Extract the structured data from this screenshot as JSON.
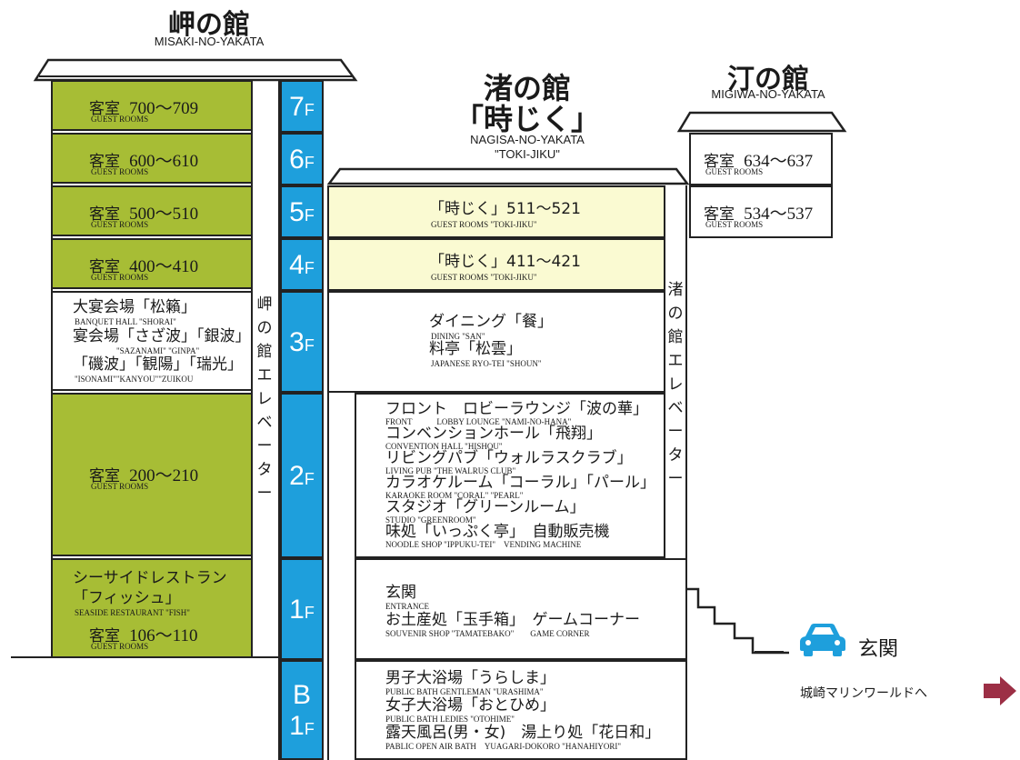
{
  "buildings": {
    "misaki": {
      "title": "岬の館",
      "subtitle": "MISAKI-NO-YAKATA"
    },
    "nagisa": {
      "title_line1": "渚の館",
      "title_line2": "「時じく」",
      "subtitle_line1": "NAGISA-NO-YAKATA",
      "subtitle_line2": "\"TOKI-JIKU\""
    },
    "migiwa": {
      "title": "汀の館",
      "subtitle": "MIGIWA-NO-YAKATA"
    }
  },
  "floors": [
    "7F",
    "6F",
    "5F",
    "4F",
    "3F",
    "2F",
    "1F",
    "B1F"
  ],
  "misaki_rooms": {
    "f7": {
      "jp": "客室",
      "num": "700〜709",
      "en": "GUEST ROOMS"
    },
    "f6": {
      "jp": "客室",
      "num": "600〜610",
      "en": "GUEST ROOMS"
    },
    "f5": {
      "jp": "客室",
      "num": "500〜510",
      "en": "GUEST ROOMS"
    },
    "f4": {
      "jp": "客室",
      "num": "400〜410",
      "en": "GUEST ROOMS"
    },
    "f3": {
      "l1": "大宴会場「松籟」",
      "l1_en": "BANQUET HALL \"SHORAI\"",
      "l2": "宴会場「さざ波」「銀波」",
      "l2_en": "\"SAZANAMI\" \"GINPA\"",
      "l3": "「磯波」「観陽」「瑞光」",
      "l3_en": "\"ISONAMI\"\"KANYOU\"\"ZUIKOU"
    },
    "f2": {
      "jp": "客室",
      "num": "200〜210",
      "en": "GUEST ROOMS"
    },
    "f1": {
      "l1": "シーサイドレストラン",
      "l2": "「フィッシュ」",
      "l2_en": "SEASIDE RESTAURANT \"FISH\"",
      "jp": "客室",
      "num": "106〜110",
      "en": "GUEST ROOMS"
    }
  },
  "nagisa_rooms": {
    "f5": {
      "jp": "「時じく」511〜521",
      "en": "GUEST ROOMS \"TOKI-JIKU\""
    },
    "f4": {
      "jp": "「時じく」411〜421",
      "en": "GUEST ROOMS \"TOKI-JIKU\""
    },
    "f3": {
      "l1": "ダイニング「餐」",
      "l1_en": "DINING \"SAN\"",
      "l2": "料亭「松雲」",
      "l2_en": "JAPANESE RYO-TEI \"SHOUN\""
    },
    "f2": {
      "l1": "フロント　ロビーラウンジ「波の華」",
      "l1_en": "FRONT　　　LOBBY LOUNGE \"NAMI-NO-HANA\"",
      "l2": "コンベンションホール「飛翔」",
      "l2_en": "CONVENTION HALL \"HISHOU\"",
      "l3": "リビングパブ「ウォルラスクラブ」",
      "l3_en": "LIVING PUB \"THE WALRUS CLUB\"",
      "l4": "カラオケルーム「コーラル」「パール」",
      "l4_en": "KARAOKE ROOM \"CORAL\" \"PEARL\"",
      "l5": "スタジオ「グリーンルーム」",
      "l5_en": "STUDIO \"GREENROOM\"",
      "l6": "味処「いっぷく亭」　自動販売機",
      "l6_en": "NOODLE SHOP \"IPPUKU-TEI\"　VENDING MACHINE"
    },
    "f1": {
      "l1": "玄関",
      "l1_en": "ENTRANCE",
      "l2": "お土産処「玉手箱」　ゲームコーナー",
      "l2_en": "SOUVENIR SHOP \"TAMATEBAKO\"　　GAME CORNER"
    },
    "b1": {
      "l1": "男子大浴場「うらしま」",
      "l1_en": "PUBLIC BATH GENTLEMAN \"URASHIMA\"",
      "l2": "女子大浴場「おとひめ」",
      "l2_en": "PUBLIC BATH LEDIES \"OTOHIME\"",
      "l3": "露天風呂(男・女)　湯上り処「花日和」",
      "l3_en": "PABLIC OPEN AIR BATH　YUAGARI-DOKORO \"HANAHIYORI\""
    }
  },
  "migiwa_rooms": {
    "f6": {
      "jp": "客室",
      "num": "634〜637",
      "en": "GUEST ROOMS"
    },
    "f5": {
      "jp": "客室",
      "num": "534〜537",
      "en": "GUEST ROOMS"
    }
  },
  "elevators": {
    "misaki": [
      "岬",
      "の",
      "館",
      "エ",
      "レ",
      "ベ",
      "ー",
      "タ",
      "ー"
    ],
    "nagisa": [
      "渚",
      "の",
      "館",
      "エ",
      "レ",
      "ベ",
      "ー",
      "タ",
      "ー"
    ]
  },
  "entrance": {
    "label": "玄関",
    "marine_world": "城崎マリンワールドへ"
  },
  "colors": {
    "green": "#a7bd35",
    "blue": "#1e9fdc",
    "yellow": "#fafad2",
    "arrow": "#9c2f45"
  },
  "icons": [
    "car-icon",
    "arrow-right-icon"
  ]
}
